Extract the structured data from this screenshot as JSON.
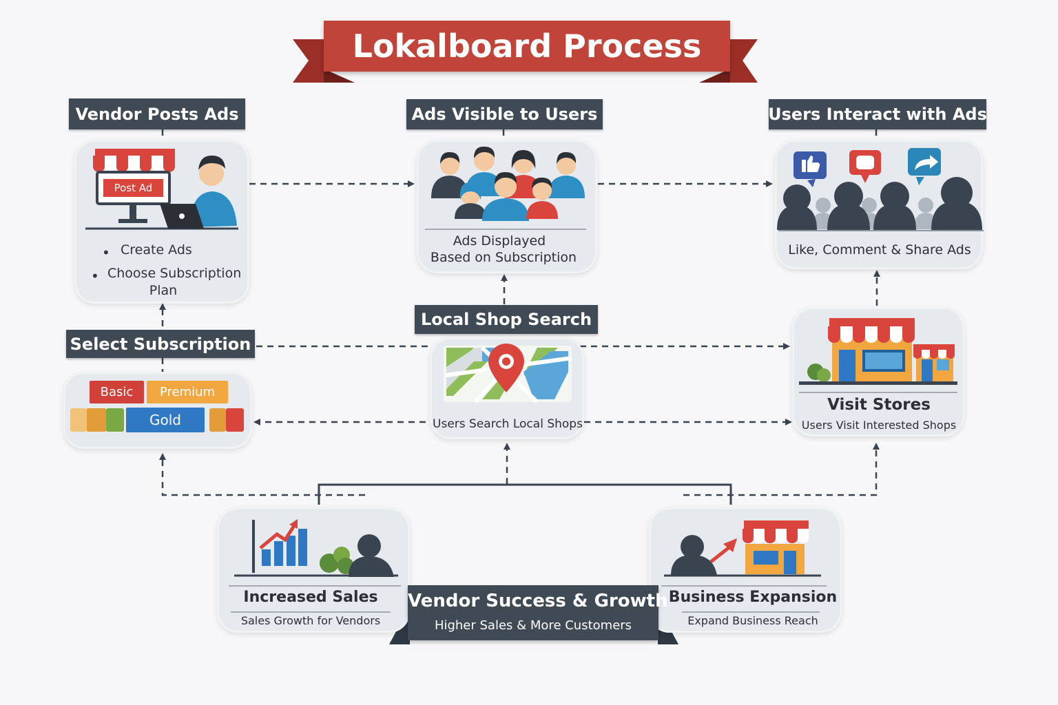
{
  "title": "Lokalboard Process",
  "steps": {
    "vendor_posts": {
      "label": "Vendor Posts Ads",
      "sign_text": "Post Ad",
      "bullets": [
        "Create Ads",
        "Choose Subscription",
        "Plan"
      ]
    },
    "ads_visible": {
      "label": "Ads Visible to Users",
      "caption_line1": "Ads Displayed",
      "caption_line2": "Based on Subscription"
    },
    "users_interact": {
      "label": "Users Interact with Ads",
      "caption": "Like, Comment & Share Ads"
    },
    "select_subscription": {
      "label": "Select Subscription",
      "plans": [
        "Basic",
        "Premium",
        "Gold"
      ]
    },
    "local_search": {
      "label": "Local Shop Search",
      "caption": "Users Search Local Shops"
    },
    "visit_stores": {
      "title": "Visit Stores",
      "caption": "Users Visit Interested Shops"
    },
    "increased_sales": {
      "title": "Increased Sales",
      "caption": "Sales Growth for Vendors"
    },
    "business_expansion": {
      "title": "Business Expansion",
      "caption": "Expand Business Reach"
    },
    "vendor_success": {
      "title": "Vendor Success & Growth",
      "subtitle": "Higher Sales & More Customers"
    }
  },
  "colors": {
    "title_banner": "#c1443a",
    "label_bg": "#3f4a55",
    "card_bg": "#e6e9ed",
    "connector": "#3a4450",
    "awning_red": "#d9453c"
  }
}
